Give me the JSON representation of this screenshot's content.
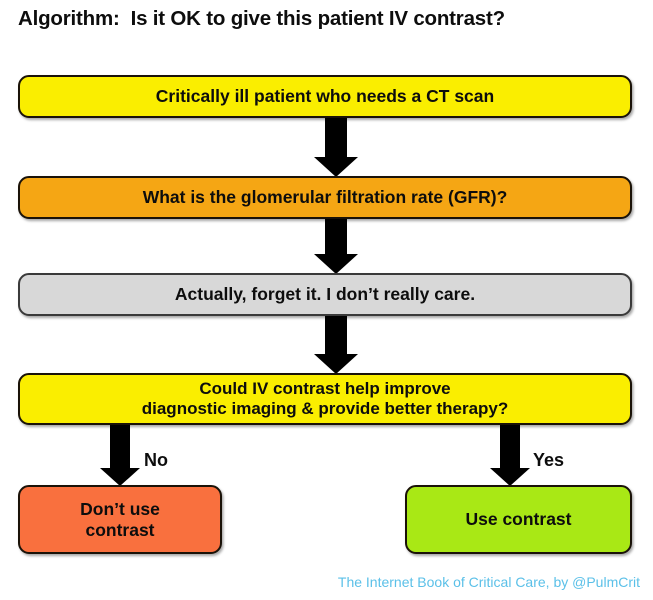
{
  "title": "Algorithm:  Is it OK to give this patient IV contrast?",
  "colors": {
    "yellow": "#faee00",
    "orange": "#f5a614",
    "gray": "#d8d8d8",
    "salmon": "#f9703e",
    "green": "#a9e815",
    "arrow": "#000000",
    "footer_text": "#5bc0e8"
  },
  "flowchart": {
    "nodes": [
      {
        "id": "ct-scan",
        "label": "Critically ill patient who needs a CT scan",
        "color": "#faee00"
      },
      {
        "id": "gfr",
        "label": "What is the glomerular filtration rate (GFR)?",
        "color": "#f5a614"
      },
      {
        "id": "forget-it",
        "label": "Actually, forget it.  I don’t really care.",
        "color": "#d8d8d8"
      },
      {
        "id": "could-help",
        "label": "Could IV contrast help improve\ndiagnostic imaging & provide better therapy?",
        "color": "#faee00"
      },
      {
        "id": "dont-use",
        "label": "Don’t use\ncontrast",
        "color": "#f9703e"
      },
      {
        "id": "use-contrast",
        "label": "Use contrast",
        "color": "#a9e815"
      }
    ],
    "branch_labels": {
      "no": "No",
      "yes": "Yes"
    }
  },
  "footer": {
    "credit": "The Internet Book of Critical Care, by @PulmCrit"
  }
}
